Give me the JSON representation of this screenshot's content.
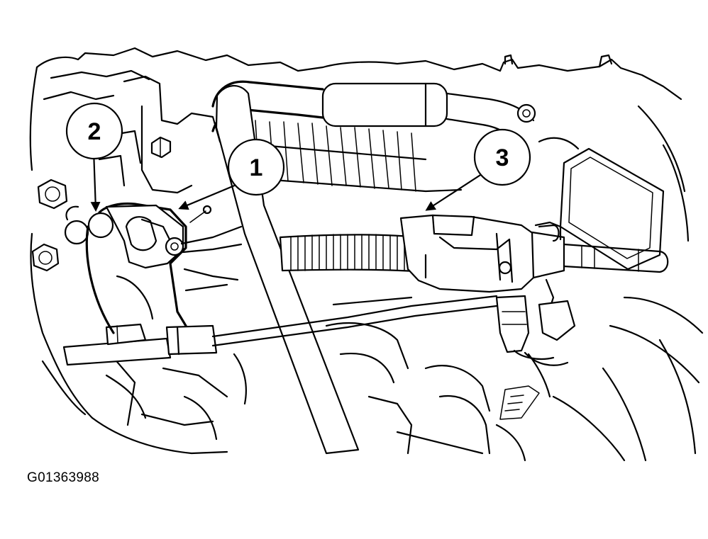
{
  "figure": {
    "id_label": "G01363988"
  },
  "callouts": [
    {
      "number": "1"
    },
    {
      "number": "2"
    },
    {
      "number": "3"
    }
  ]
}
